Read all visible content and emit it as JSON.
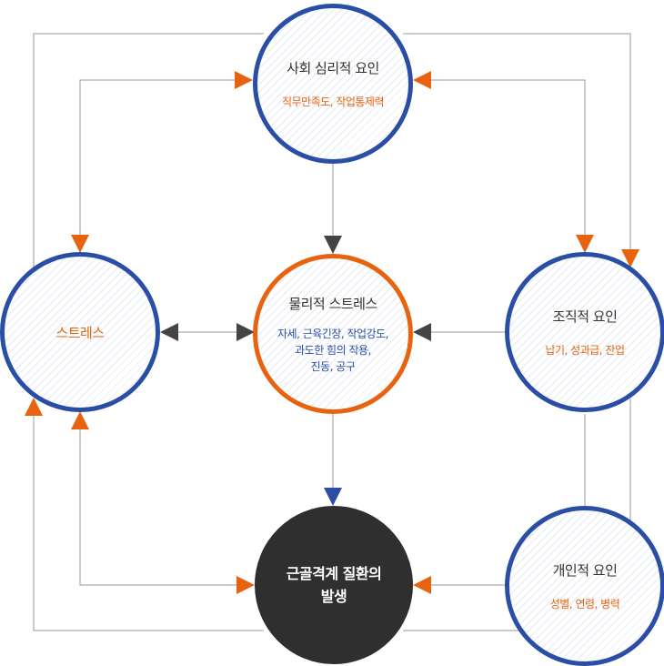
{
  "nodes": {
    "social": {
      "title": "사회 심리적 요인",
      "factors": "직무만족도, 작업통제력"
    },
    "stress": {
      "title": "스트레스"
    },
    "physical": {
      "title": "물리적 스트레스",
      "factors_line1": "자세, 근육긴장, 작업강도,",
      "factors_line2": "과도한 힘의 작용,",
      "factors_line3": "진동, 공구"
    },
    "organizational": {
      "title": "조직적 요인",
      "factors": "납기, 성과급, 잔업"
    },
    "individual": {
      "title": "개인적 요인",
      "factors": "성별, 연령, 병력"
    },
    "outcome": {
      "title_line1": "근골격계 질환의",
      "title_line2": "발생"
    }
  },
  "colors": {
    "blue": "#2a4ea6",
    "orange": "#e8630f",
    "dark": "#2f2f2f",
    "arrow_gray": "#444444",
    "line_gray": "#999999"
  }
}
